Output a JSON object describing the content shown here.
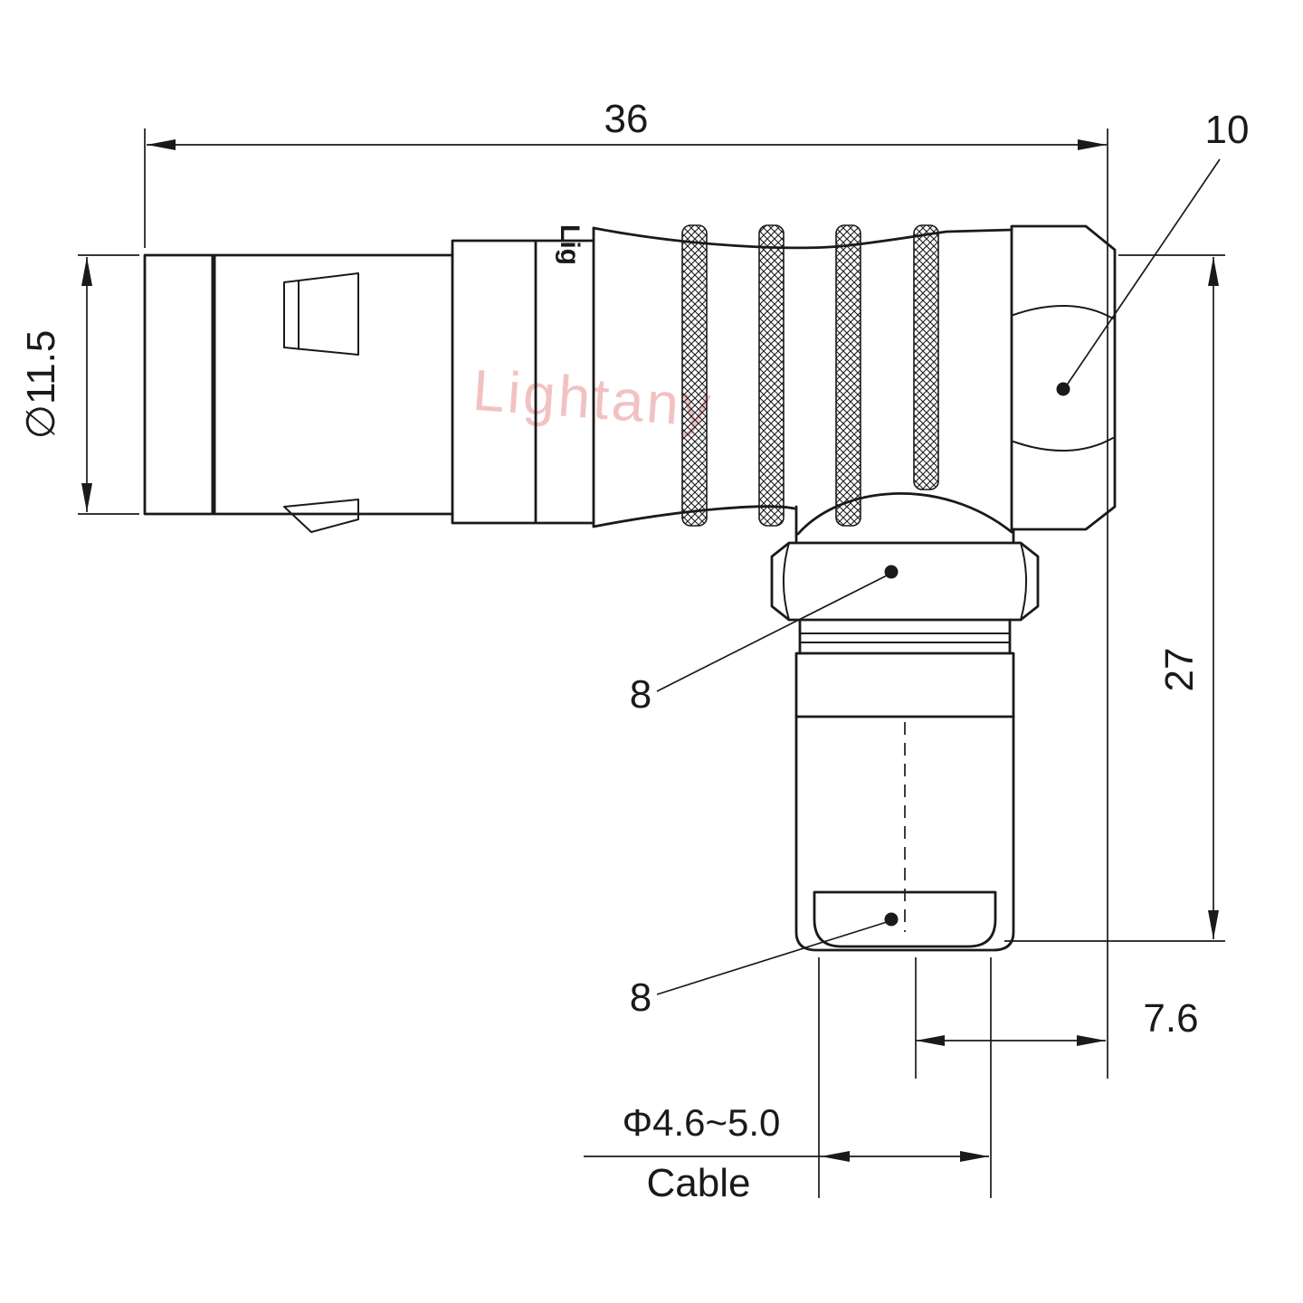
{
  "drawing": {
    "background": "#ffffff",
    "line_color": "#1a1a1a",
    "watermark": {
      "text": "Lightany",
      "color": "#e78f8f"
    },
    "engraving": {
      "text": "Lig"
    },
    "dimensions": {
      "length_top": "36",
      "flange_width": "10",
      "diameter_left": "∅11.5",
      "height_right": "27",
      "offset_bottom": "7.6",
      "cable_diameter": "Φ4.6~5.0",
      "cable_label": "Cable",
      "leader_hex_nut": "8",
      "leader_cable_cap": "8"
    }
  }
}
